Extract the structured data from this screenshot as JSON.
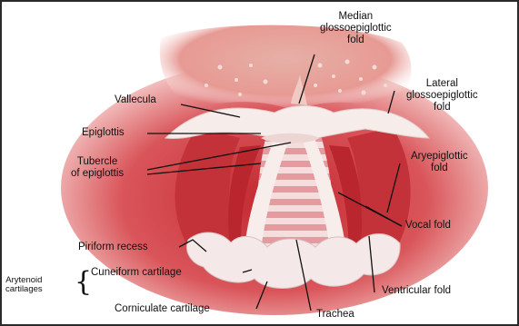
{
  "labels": {
    "median_glossoepiglottic_fold": [
      "Median",
      "glossoepiglottic",
      "fold"
    ],
    "lateral_glossoepiglottic_fold": [
      "Lateral",
      "glossoepiglottic",
      "fold"
    ],
    "vallecula": "Vallecula",
    "epiglottis": "Epiglottis",
    "tubercle_of_epiglottis": [
      "Tubercle",
      "of epiglottis"
    ],
    "aryepiglottic_fold": [
      "Aryepiglottic",
      "fold"
    ],
    "vocal_fold": "Vocal fold",
    "piriform_recess": "Piriform recess",
    "arytenoid_cartilages": [
      "Arytenoid",
      "cartilages"
    ],
    "cuneiform_cartilage": "Cuneiform cartilage",
    "corniculate_cartilage": "Corniculate cartilage",
    "trachea": "Trachea",
    "ventricular_fold": "Ventricular fold",
    "brace": "{"
  },
  "colors": {
    "mucosa": "#d94a4f",
    "mucosa_dark": "#b8232c",
    "tongue": "#e9a49b",
    "fold_white": "#f6ecea",
    "trachea_ring": "#e8a4a8",
    "leader": "#111111"
  }
}
